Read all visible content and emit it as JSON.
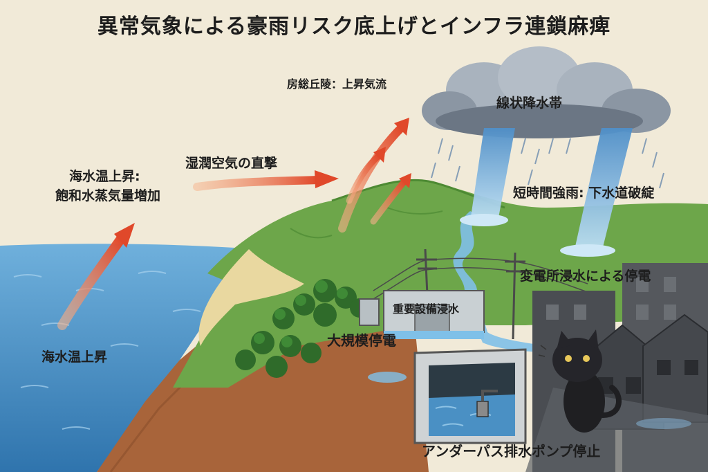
{
  "title": "異常気象による豪雨リスク底上げとインフラ連鎖麻痺",
  "labels": {
    "sea_temp_rise": "海水温上昇",
    "sea_temp_saturation_line1": "海水温上昇:",
    "sea_temp_saturation_line2": "飽和水蒸気量増加",
    "humid_air": "湿潤空気の直撃",
    "boso_updraft": "房総丘陵：上昇気流",
    "rainband": "線状降水帯",
    "heavy_rain": "短時間強雨: 下水道破綻",
    "substation_outage": "変電所浸水による停電",
    "critical_equipment_flood": "重要設備浸水",
    "large_outage": "大規模停電",
    "underpass_pump_stop": "アンダーパス排水ポンプ停止"
  },
  "colors": {
    "background": "#f1ead8",
    "sea": "#4a8fc4",
    "hill": "#6da64a",
    "cloud": "#7d8a99",
    "rain": "#5a9fd4",
    "arrow": "#e8603c",
    "city": "#4a4d52",
    "soil": "#a8643a"
  }
}
